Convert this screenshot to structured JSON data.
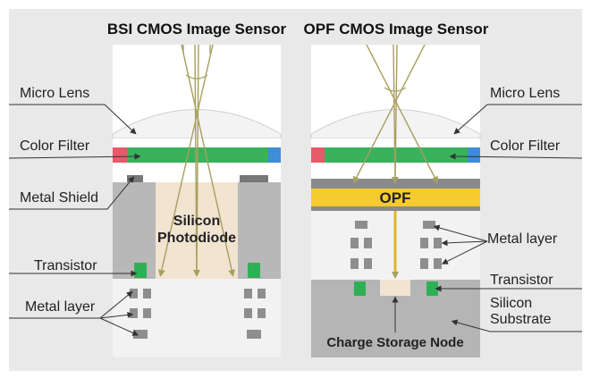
{
  "titles": {
    "bsi": "BSI CMOS Image Sensor",
    "opf": "OPF CMOS Image Sensor"
  },
  "labels_left": {
    "micro_lens": "Micro Lens",
    "color_filter": "Color Filter",
    "metal_shield": "Metal Shield",
    "transistor": "Transistor",
    "metal_layer": "Metal layer"
  },
  "bsi_inner": {
    "photodiode_line1": "Silicon",
    "photodiode_line2": "Photodiode"
  },
  "opf_inner": {
    "opf": "OPF",
    "charge_storage": "Charge Storage Node"
  },
  "labels_right": {
    "micro_lens": "Micro Lens",
    "color_filter": "Color Filter",
    "metal_layer": "Metal layer",
    "transistor": "Transistor",
    "silicon_line1": "Silicon",
    "silicon_line2": "Substrate"
  },
  "colors": {
    "background": "#e9e9e9",
    "green_filter": "#39b15d",
    "red_filter": "#e8596a",
    "blue_filter": "#3f8dd8",
    "opf_yellow": "#f6cb2f",
    "transistor_green": "#2eb155",
    "photodiode": "#f1e4d1",
    "metal_gray": "#8e8e8e",
    "ray_olive": "#a79f5e"
  }
}
